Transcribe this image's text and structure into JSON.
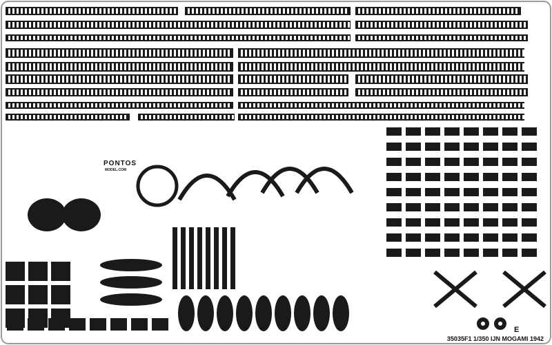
{
  "fret": {
    "code_label": "35035F1 1/350 IJN MOGAMI 1942",
    "fret_letter": "E",
    "brand": "PONTOS",
    "brand_sub": "MODEL.COM",
    "colors": {
      "metal": "#1a1a1a",
      "background": "#ffffff",
      "border": "#9a9a9a"
    }
  }
}
